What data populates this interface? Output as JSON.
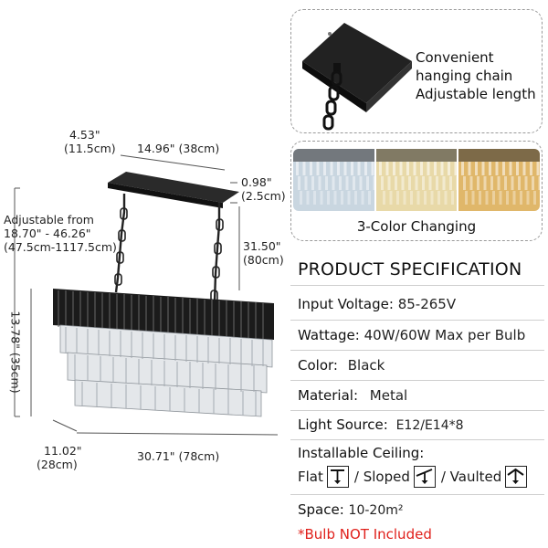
{
  "dimensions": {
    "canopy_depth_in": "4.53\"",
    "canopy_depth_cm": "(11.5cm)",
    "canopy_length": "14.96\" (38cm)",
    "canopy_height_in": "0.98\"",
    "canopy_height_cm": "(2.5cm)",
    "adjustable_line1": "Adjustable from",
    "adjustable_line2": "18.70\" - 46.26\"",
    "adjustable_line3": "(47.5cm-1117.5cm)",
    "chain_length_in": "31.50\"",
    "chain_length_cm": "(80cm)",
    "body_height": "13.78\" (35cm)",
    "body_depth_in": "11.02\"",
    "body_depth_cm": "(28cm)",
    "body_length": "30.71\" (78cm)"
  },
  "chain_callout": {
    "line1": "Convenient",
    "line2": "hanging chain",
    "line3": "Adjustable length"
  },
  "color_callout": {
    "label": "3-Color Changing",
    "swatch_colors": [
      "#c9d6e0",
      "#e8d9a8",
      "#e0b76a"
    ]
  },
  "spec": {
    "title": "PRODUCT SPECIFICATION",
    "rows": [
      {
        "label": "Input Voltage:",
        "value": "85-265V"
      },
      {
        "label": "Wattage:",
        "value": "40W/60W Max per Bulb"
      },
      {
        "label": "Color:",
        "value": "Black"
      },
      {
        "label": "Material:",
        "value": "Metal"
      },
      {
        "label": "Light Source:",
        "value": "E12/E14*8"
      }
    ],
    "ceiling_label": "Installable Ceiling:",
    "ceiling_flat": "Flat",
    "ceiling_sloped": "/ Sloped",
    "ceiling_vaulted": "/ Vaulted",
    "space_label": "Space:",
    "space_value": "10-20m²",
    "bulb_note": "*Bulb NOT Included"
  }
}
